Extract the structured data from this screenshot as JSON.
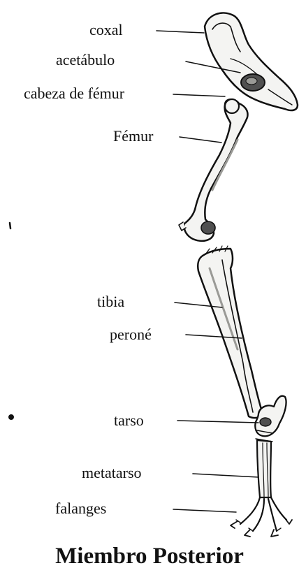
{
  "labels": {
    "coxal": "coxal",
    "acetabulo": "acetábulo",
    "cabeza_femur": "cabeza de fémur",
    "femur": "Fémur",
    "tibia": "tibia",
    "perone": "peroné",
    "tarso": "tarso",
    "metatarso": "metatarso",
    "falanges": "falanges"
  },
  "caption": "Miembro Posterior",
  "colors": {
    "ink": "#111111",
    "bone_fill": "#f4f4f2",
    "bone_shade": "#9a9a96"
  }
}
